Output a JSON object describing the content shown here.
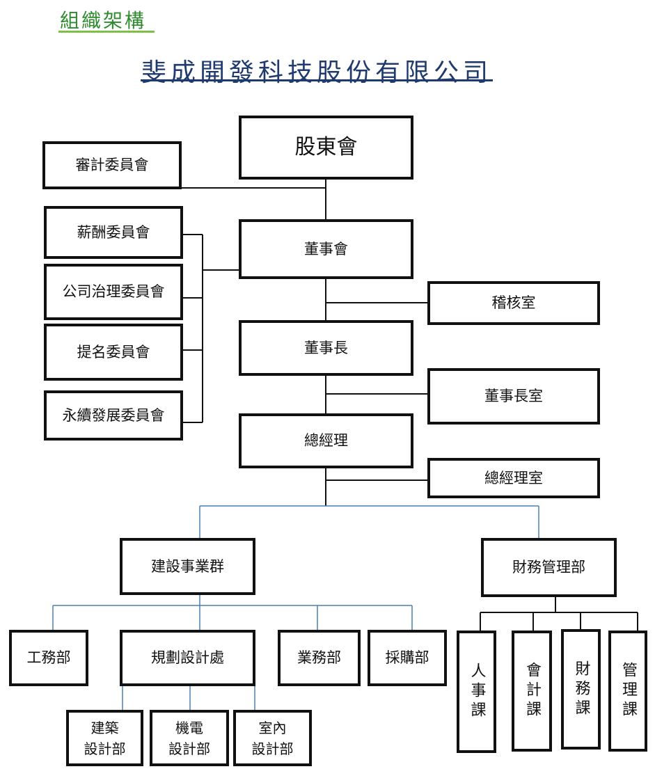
{
  "header": {
    "section_title": "組織架構",
    "company_name": "斐成開發科技股份有限公司"
  },
  "nodes": {
    "shareholders": "股東會",
    "audit_committee": "審計委員會",
    "remuneration_committee": "薪酬委員會",
    "governance_committee": "公司治理委員會",
    "nomination_committee": "提名委員會",
    "sustainability_committee": "永續發展委員會",
    "board": "董事會",
    "internal_audit": "稽核室",
    "chairman": "董事長",
    "chairman_office": "董事長室",
    "general_manager": "總經理",
    "gm_office": "總經理室",
    "construction_group": "建設事業群",
    "finance_dept": "財務管理部",
    "engineering_dept": "工務部",
    "planning_office": "規劃設計處",
    "sales_dept": "業務部",
    "procurement_dept": "採購部",
    "architecture_design": "建築\n設計部",
    "mep_design": "機電\n設計部",
    "interior_design": "室內\n設計部",
    "hr_section": "人事課",
    "accounting_section": "會計課",
    "finance_section": "財務課",
    "management_section": "管理課"
  },
  "colors": {
    "section_title": "#2e8b2e",
    "section_underline": "#7cc046",
    "company_title": "#1e3a6e",
    "connector_dark": "#111111",
    "connector_blue": "#4a7fb5"
  }
}
